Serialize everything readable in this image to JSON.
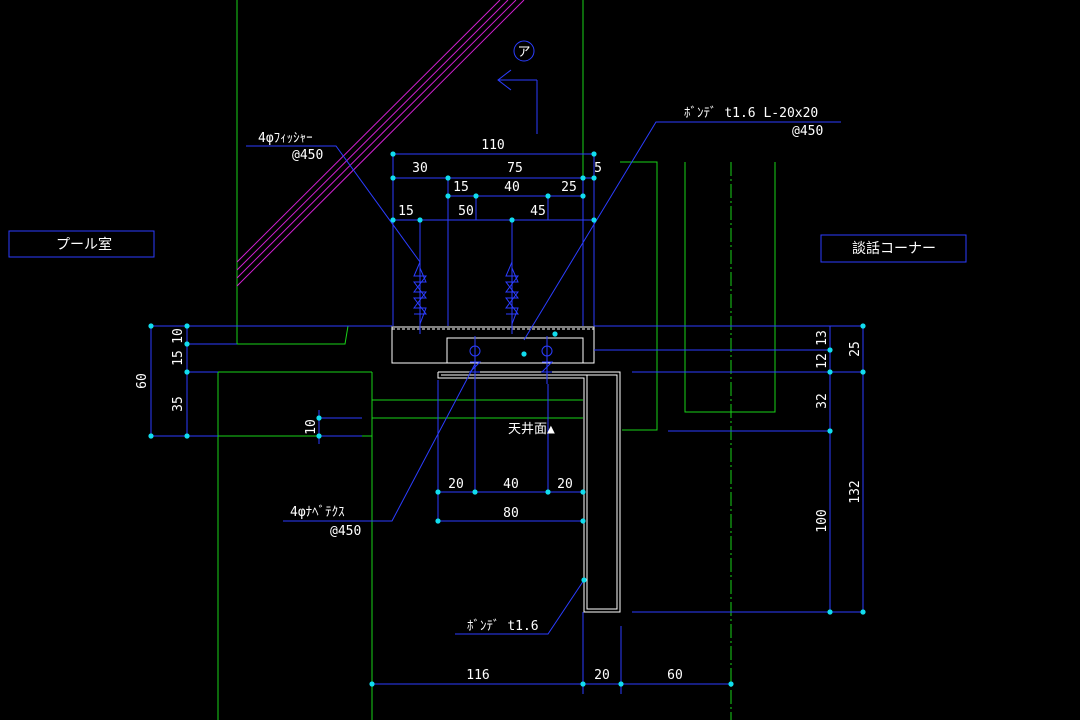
{
  "rooms": {
    "left": "プール室",
    "right": "談話コーナー"
  },
  "section_mark": "ア",
  "ceiling_label": "天井面▲",
  "notes": {
    "fisher_a": "4φﾌｨｯｼｬｰ",
    "fisher_b": "@450",
    "bonde_angle_a": "ﾎﾞﾝﾃﾞ t1.6 L-20x20",
    "bonde_angle_b": "@450",
    "nabe_a": "4φﾅﾍﾞﾃｸｽ",
    "nabe_b": "@450",
    "bonde_plate": "ﾎﾞﾝﾃﾞ t1.6"
  },
  "dims": {
    "d110": "110",
    "d30": "30",
    "d75": "75",
    "d5": "5",
    "d15a": "15",
    "d40a": "40",
    "d25a": "25",
    "d15b": "15",
    "d50": "50",
    "d45": "45",
    "l60": "60",
    "l10": "10",
    "l15": "15",
    "l35": "35",
    "l10b": "10",
    "b20a": "20",
    "b40": "40",
    "b20b": "20",
    "b80": "80",
    "r12": "12",
    "r13": "13",
    "r25": "25",
    "r32": "32",
    "r100": "100",
    "r132": "132",
    "f116": "116",
    "f20": "20",
    "f60": "60"
  },
  "colors": {
    "background": "#000000",
    "dimension_line": "#2b3dff",
    "wall_line": "#19d219",
    "text": "#ffffff",
    "node": "#11ddee",
    "hatch": "#d020d0"
  }
}
